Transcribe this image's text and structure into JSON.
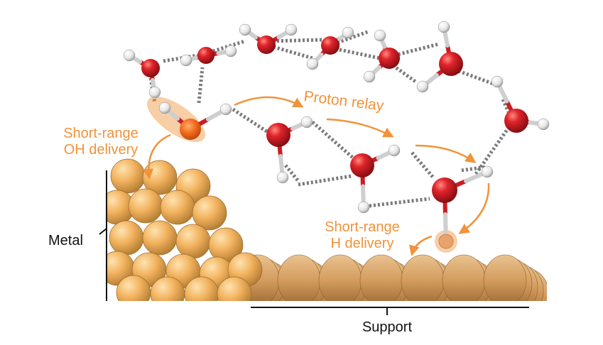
{
  "labels": {
    "proton_relay": "Proton relay",
    "oh_delivery_line1": "Short-range",
    "oh_delivery_line2": "OH delivery",
    "h_delivery_line1": "Short-range",
    "h_delivery_line2": "H delivery",
    "metal": "Metal",
    "support": "Support"
  },
  "colors": {
    "accent": "#F0933A",
    "oxygen": "#D81F26",
    "hydrogen": "#EDEDED",
    "metal_sphere": "#F2B25E",
    "support_sphere": "#D9A366",
    "text_dark": "#111111"
  }
}
